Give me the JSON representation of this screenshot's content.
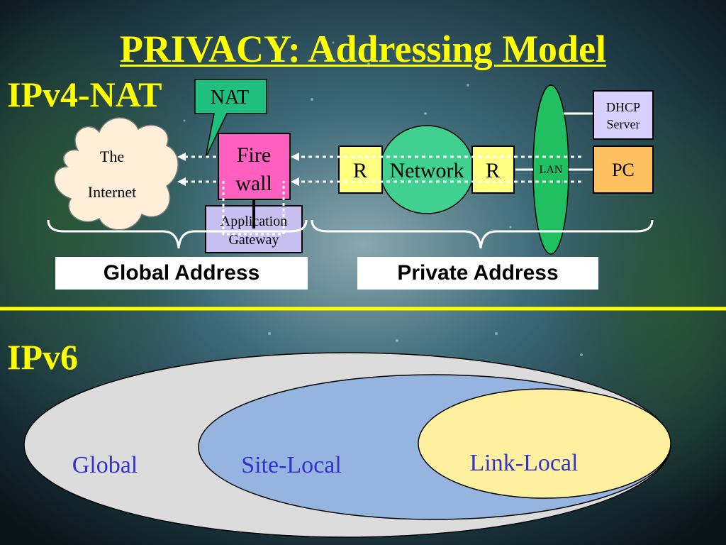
{
  "title": "PRIVACY: Addressing Model",
  "ipv4": {
    "heading": "IPv4-NAT",
    "nat_label": "NAT",
    "internet": {
      "line1": "The",
      "line2": "Internet"
    },
    "firewall": {
      "line1": "Fire",
      "line2": "wall"
    },
    "gateway": {
      "line1": "Application",
      "line2": "Gateway"
    },
    "router_left": "R",
    "router_right": "R",
    "network": "Network",
    "lan": "LAN",
    "dhcp": {
      "line1": "DHCP",
      "line2": "Server"
    },
    "pc": "PC",
    "global_address": "Global Address",
    "private_address": "Private Address"
  },
  "ipv6": {
    "heading": "IPv6",
    "global": "Global",
    "site_local": "Site-Local",
    "link_local": "Link-Local"
  },
  "colors": {
    "title": "#ffff00",
    "nat_callout": "#1fbf7f",
    "firewall": "#ff5fbf",
    "gateway": "#c8c0f0",
    "router": "#ffff80",
    "network": "#40d090",
    "lan": "#20c060",
    "dhcp": "#d8d0ff",
    "pc": "#ffc060",
    "global_ellipse": "#dcdcdc",
    "site_ellipse": "#96b4e0",
    "link_ellipse": "#fff0a0",
    "ipv6_text": "#3333cc"
  }
}
